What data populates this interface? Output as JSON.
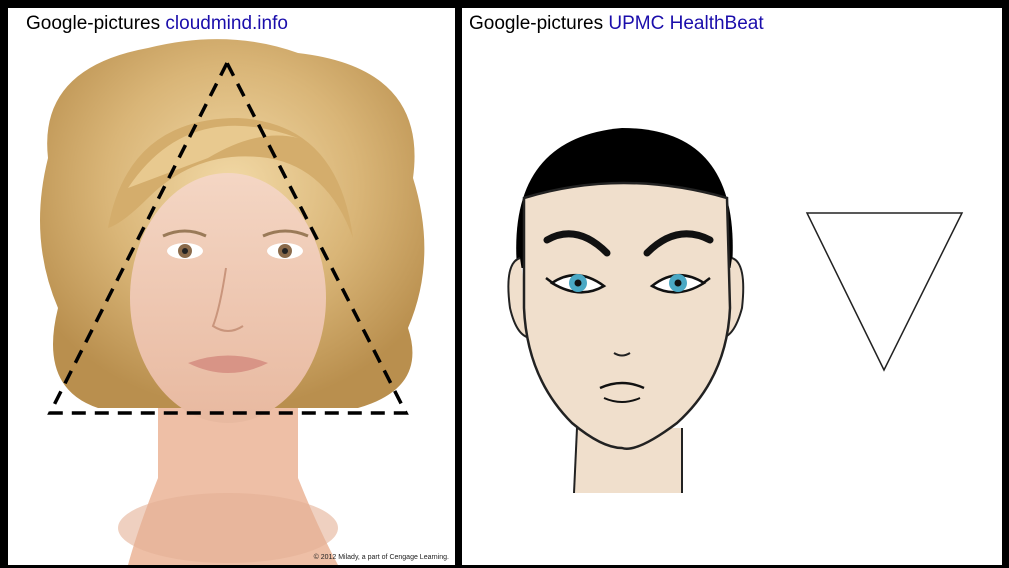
{
  "left": {
    "caption_prefix": "Google-pictures",
    "caption_source": "cloudmind.info",
    "credit": "© 2012 Milady, a part of Cengage Learning."
  },
  "right": {
    "caption_prefix": "Google-pictures",
    "caption_source": "UPMC HealthBeat"
  },
  "colors": {
    "background": "#000000",
    "panel": "#ffffff",
    "link": "#1a0dab",
    "skin_illustration": "#f0dfcc",
    "iris": "#4aa8c4",
    "hair_photo": "#d9b577"
  }
}
